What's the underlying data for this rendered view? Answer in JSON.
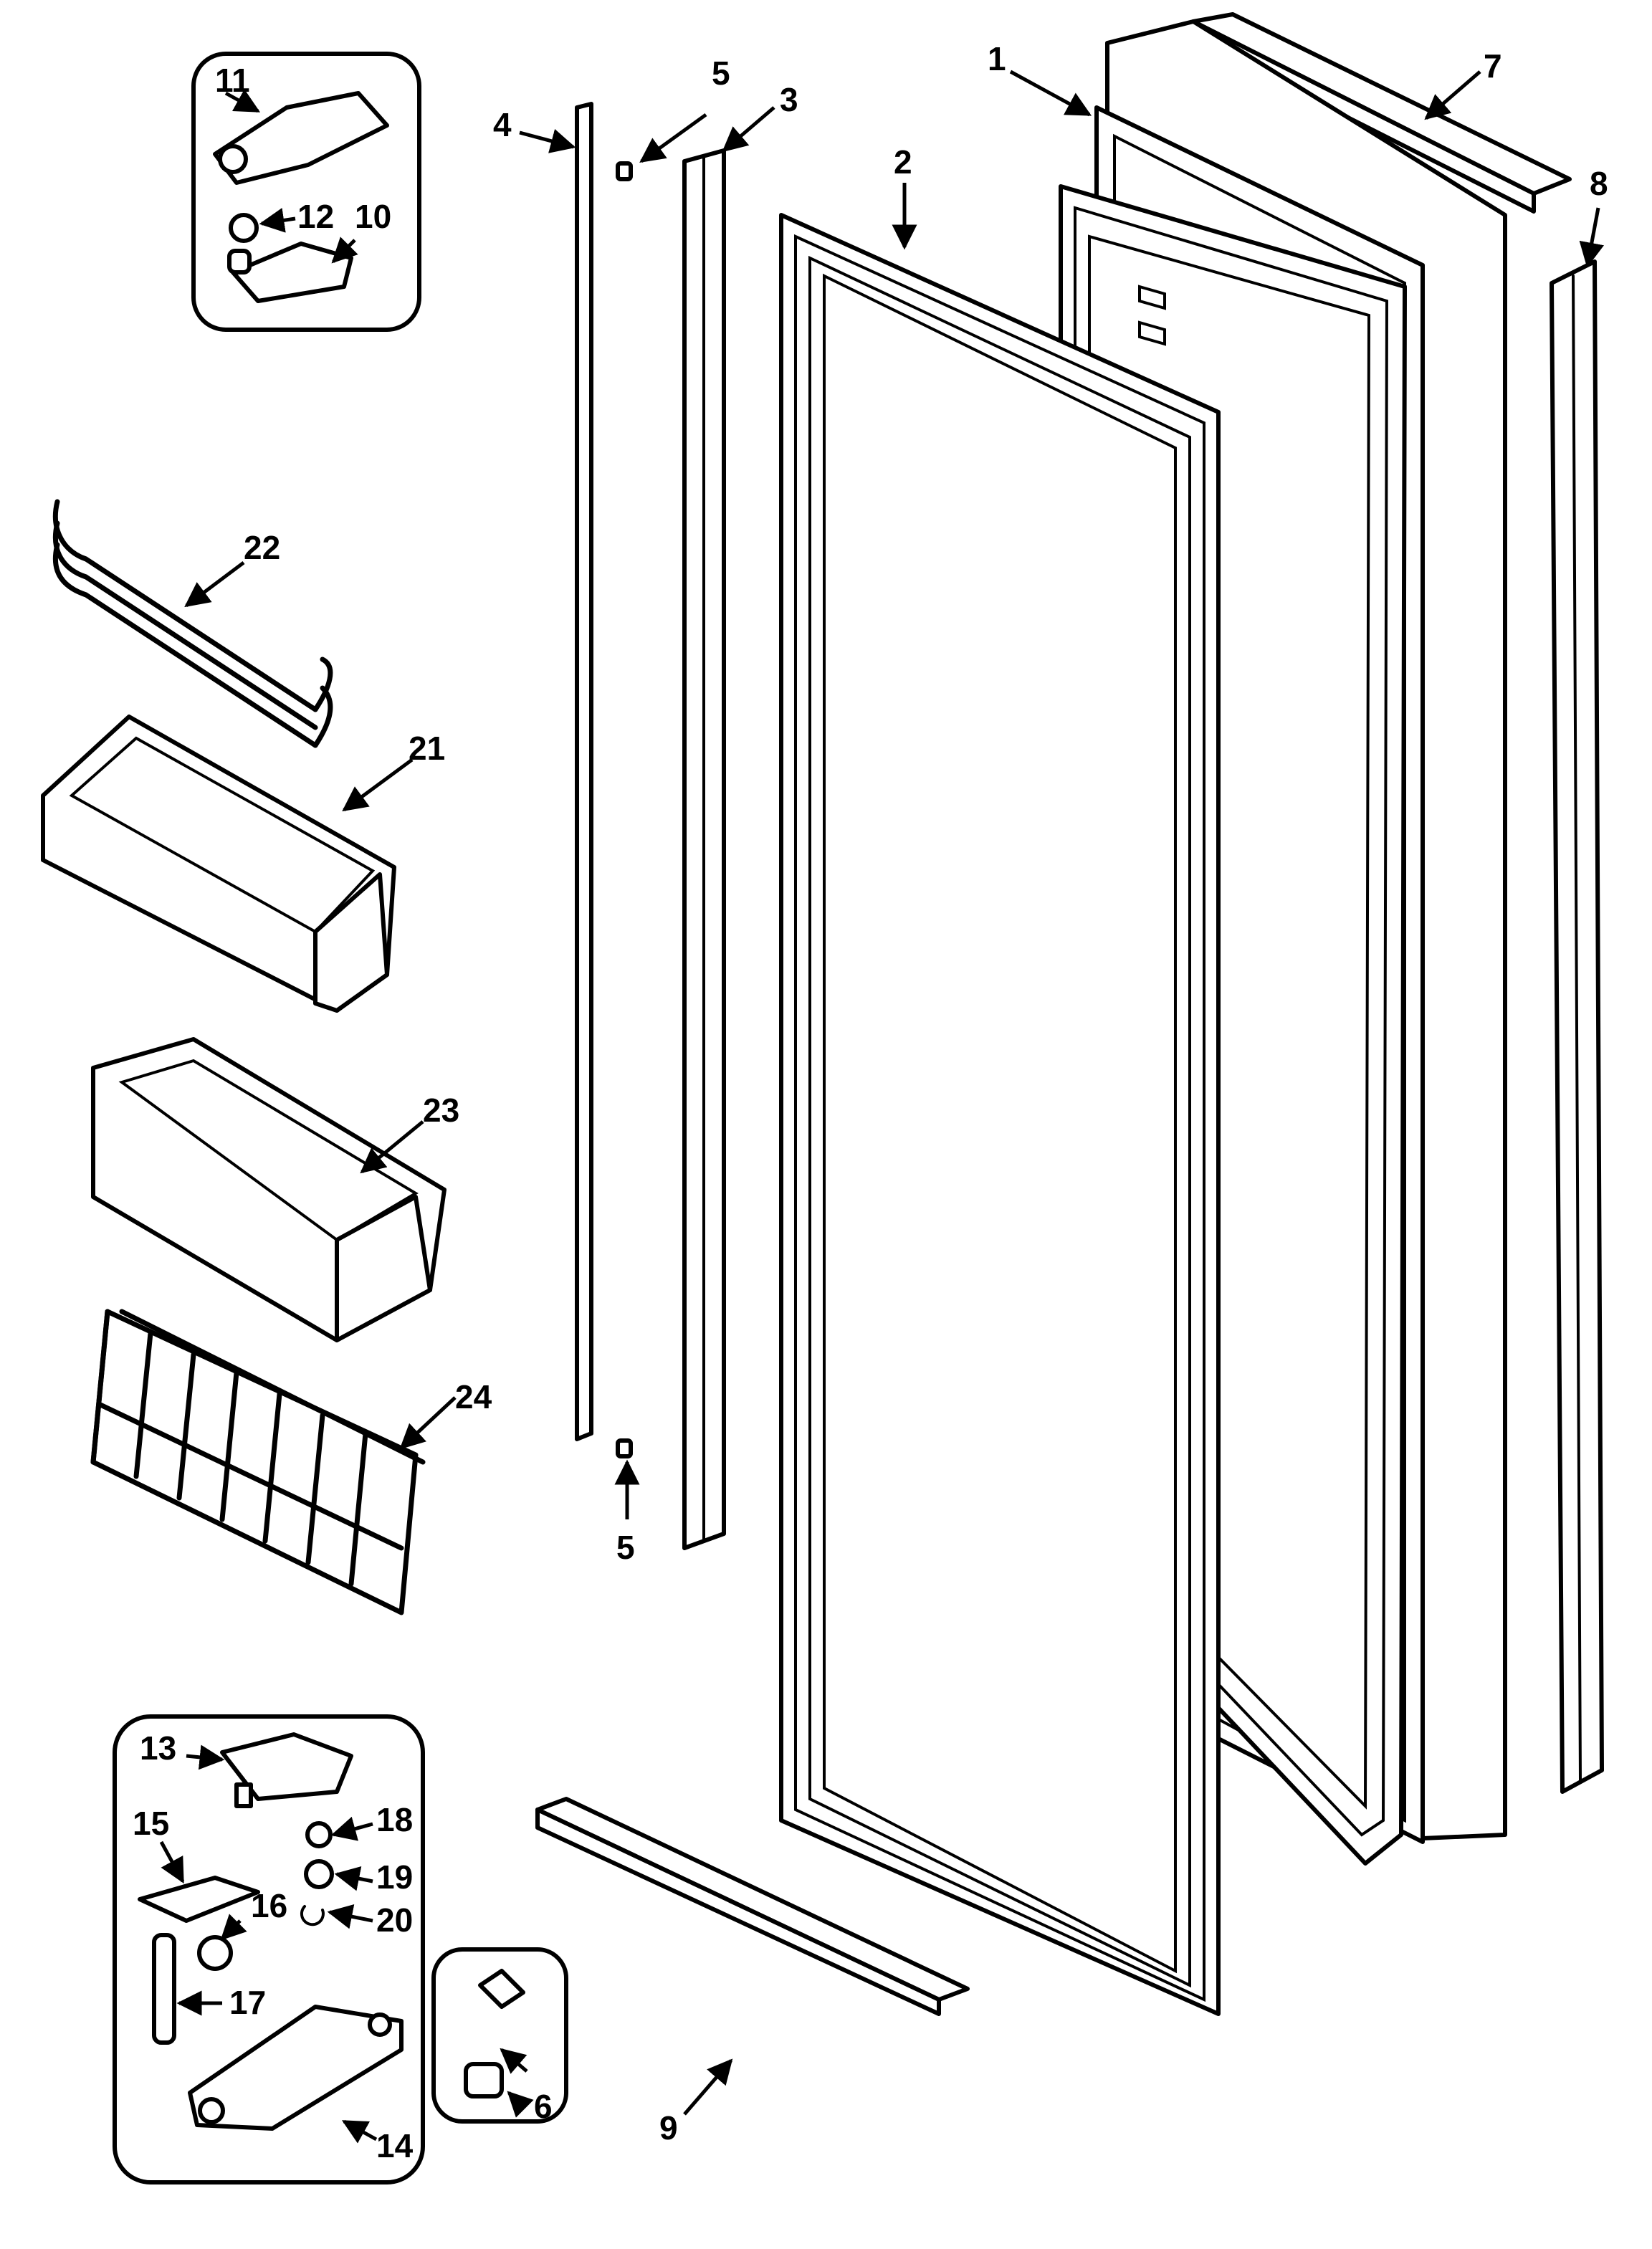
{
  "callouts": {
    "c1": "1",
    "c2": "2",
    "c3": "3",
    "c4": "4",
    "c5_top": "5",
    "c5_bottom": "5",
    "c6": "6",
    "c7": "7",
    "c8": "8",
    "c9": "9",
    "c10": "10",
    "c11": "11",
    "c12": "12",
    "c13": "13",
    "c14": "14",
    "c15": "15",
    "c16": "16",
    "c17": "17",
    "c18": "18",
    "c19": "19",
    "c20": "20",
    "c21": "21",
    "c22": "22",
    "c23": "23",
    "c24": "24"
  }
}
